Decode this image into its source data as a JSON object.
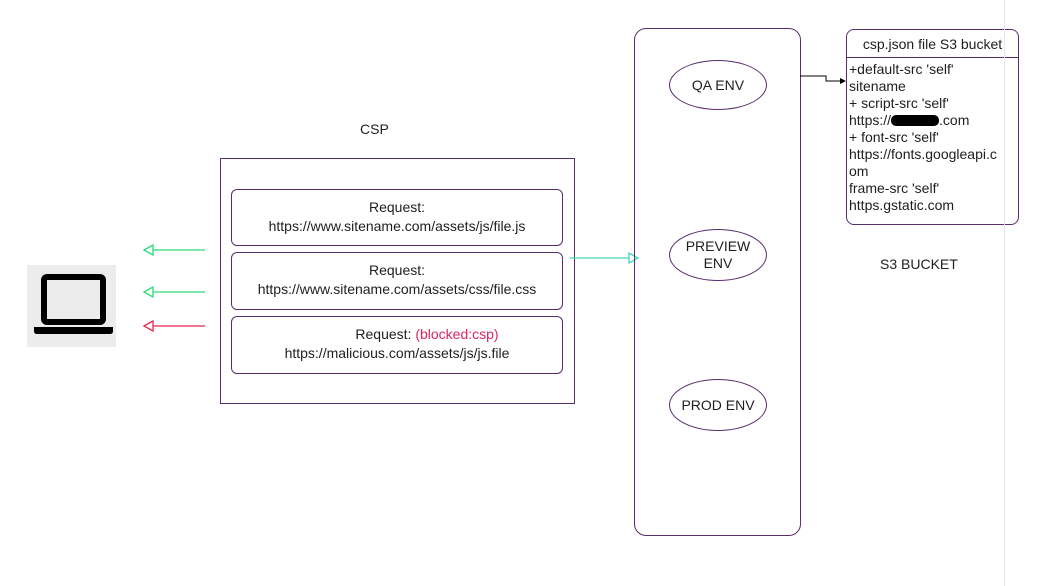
{
  "csp_title": "CSP",
  "requests": [
    {
      "label": "Request:",
      "url": "https://www.sitename.com/assets/js/file.js",
      "status": ""
    },
    {
      "label": "Request:",
      "url": "https://www.sitename.com/assets/css/file.css",
      "status": ""
    },
    {
      "label": "Request:",
      "url": "https://malicious.com/assets/js/js.file",
      "status": "(blocked:csp)"
    }
  ],
  "environments": {
    "qa": "QA ENV",
    "preview_line1": "PREVIEW",
    "preview_line2": "ENV",
    "prod": "PROD ENV"
  },
  "s3": {
    "title": "csp.json file S3 bucket",
    "line1": "+default-src 'self'",
    "line2": "sitename",
    "line3": "+ script-src 'self'",
    "line4_pre": "https://",
    "line4_post": ".com",
    "line5": "+ font-src 'self'",
    "line6": "https://fonts.googleapi.c",
    "line7": "om",
    "line8": "frame-src 'self'",
    "line9": "https.gstatic.com",
    "caption": "S3 BUCKET"
  },
  "colors": {
    "border": "#5a2d6e",
    "allowed_arrow": "#2bdc7a",
    "blocked_arrow": "#e8264f",
    "link_arrow": "#3fd7b8",
    "blocked_text": "#e0245e"
  },
  "icons": {
    "client": "laptop-icon"
  }
}
